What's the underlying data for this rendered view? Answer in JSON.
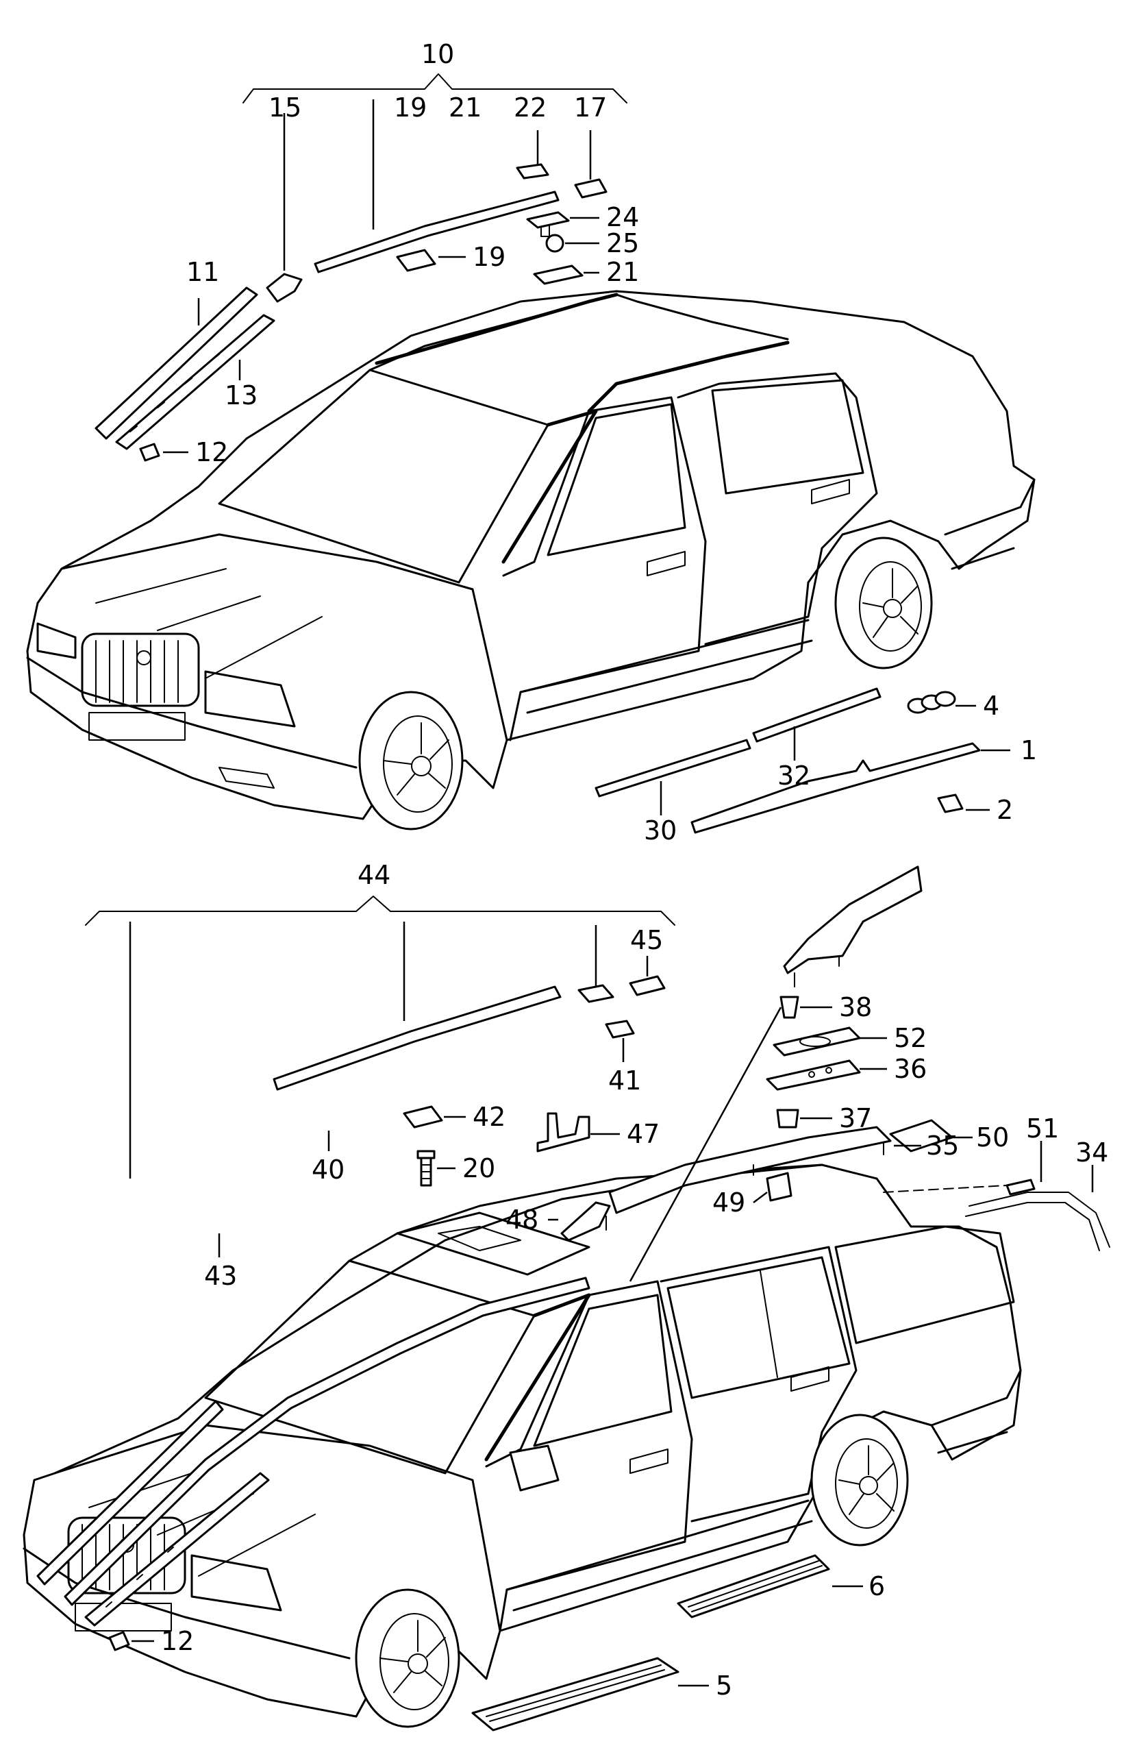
{
  "callouts_top": {
    "group10": "10",
    "c15": "15",
    "c19a": "19",
    "c21a": "21",
    "c22": "22",
    "c17": "17",
    "c24": "24",
    "c25": "25",
    "c19b": "19",
    "c21b": "21",
    "c11": "11",
    "c13": "13",
    "c12a": "12",
    "c4": "4",
    "c1": "1",
    "c2": "2",
    "c32": "32",
    "c30": "30"
  },
  "callouts_bottom": {
    "group44": "44",
    "c45": "45",
    "c41": "41",
    "c42": "42",
    "c20": "20",
    "c40": "40",
    "c43": "43",
    "c12b": "12",
    "c47": "47",
    "c38": "38",
    "c52": "52",
    "c36": "36",
    "c37": "37",
    "c50": "50",
    "c51": "51",
    "c34": "34",
    "c35": "35",
    "c48": "48",
    "c49": "49",
    "c6": "6",
    "c5": "5"
  }
}
